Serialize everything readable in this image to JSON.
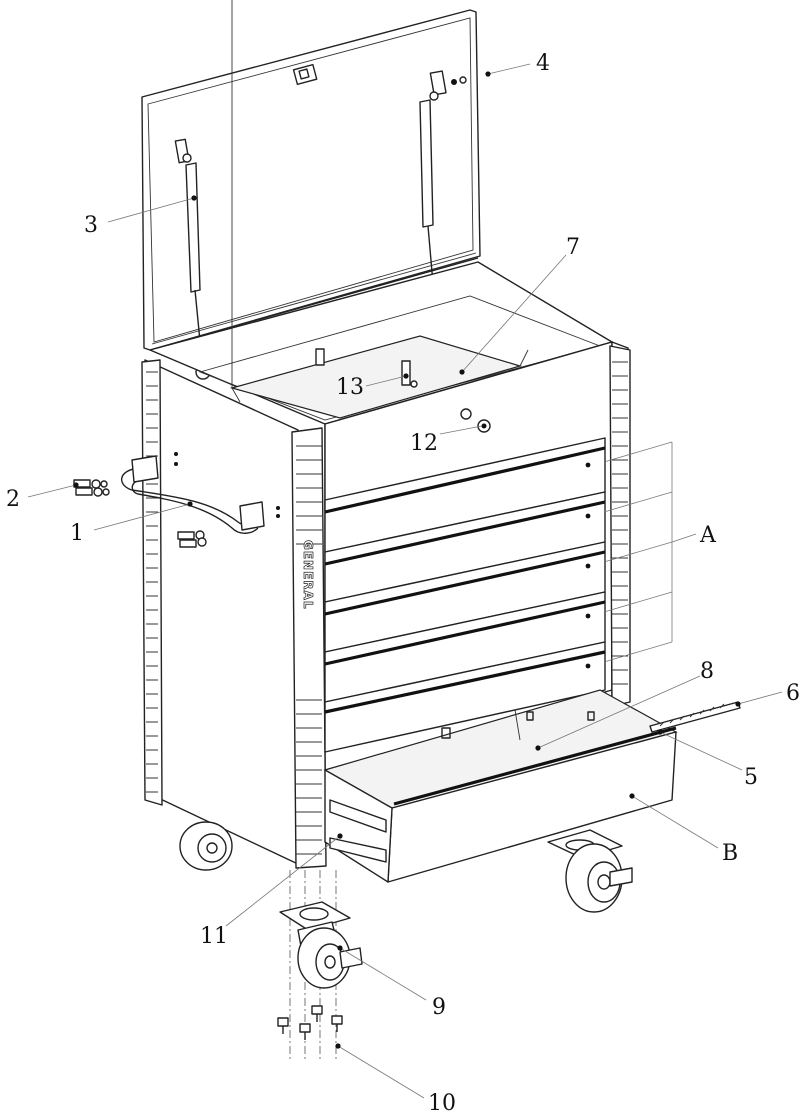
{
  "diagram": {
    "brand_text": "GENERAL",
    "callouts": [
      {
        "label": "1"
      },
      {
        "label": "2"
      },
      {
        "label": "3"
      },
      {
        "label": "4"
      },
      {
        "label": "5"
      },
      {
        "label": "6"
      },
      {
        "label": "7"
      },
      {
        "label": "8"
      },
      {
        "label": "9"
      },
      {
        "label": "10"
      },
      {
        "label": "11"
      },
      {
        "label": "12"
      },
      {
        "label": "13"
      },
      {
        "label": "A"
      },
      {
        "label": "B"
      }
    ]
  }
}
